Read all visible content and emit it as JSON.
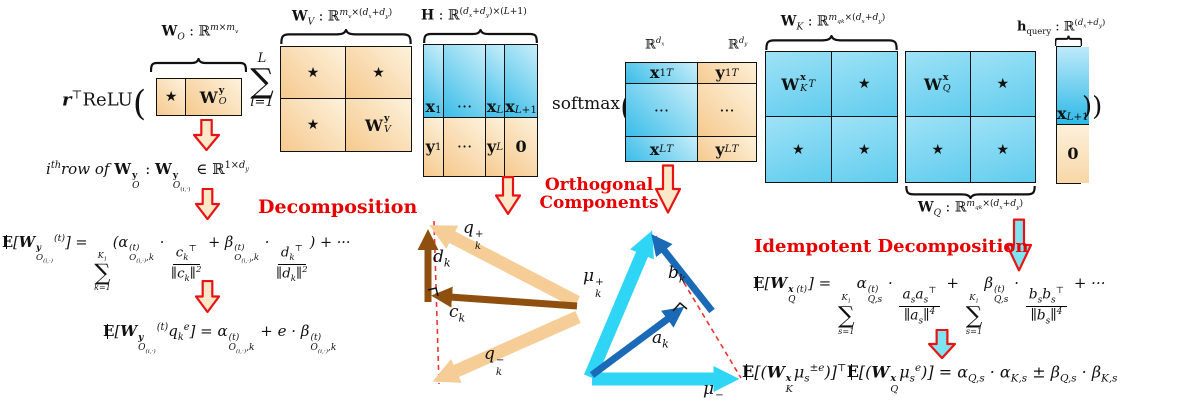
{
  "colors": {
    "accent_red": "#e81313",
    "red_text": "#e60000",
    "tan_arrow": "#f6cd96",
    "brown_arrow": "#8f4f0e",
    "cyan_arrow": "#2fd5f5",
    "blue_arrow": "#1a6ab8",
    "matrix_orange": "#f6c98e",
    "matrix_blue": "#3abde8"
  },
  "top": {
    "relu_prefix": "<b><i>r</i></b><sup>⊤</sup>ReLU<span class='bigparen'>(</span>",
    "wo_label": "<b>W</b><sub><i>O</i></sub> : ℝ<sup><i>m</i>×<i>m<sub>v</sub></i></sup>",
    "wo_cells": [
      "★",
      "<b>W</b><span class='supsub'><span class='t'><b>y</b></span><span class='b'><i>O</i></span></span>"
    ],
    "sum_top": "L",
    "sum_sym": "∑",
    "sum_bottom": "l=1",
    "wv_label": "<b>W</b><sub><i>V</i></sub> : ℝ<sup><i>m<sub>v</sub></i>×(<i>d<sub>x</sub></i>+<i>d<sub>y</sub></i>)</sup>",
    "wv_cells": [
      "★",
      "★",
      "★",
      "<b>W</b><span class='supsub'><span class='t'><b>y</b></span><span class='b'><i>V</i></span></span>"
    ],
    "h_label": "<b>H</b> : ℝ<sup>(<i>d<sub>x</sub></i>+<i>d<sub>y</sub></i>)×(<i>L</i>+1)</sup>",
    "h_top": [
      "<b>x</b><sub>1</sub>",
      "···",
      "<b>x</b><sub><i>L</i></sub>",
      "<b>x</b><sub><i>L</i>+1</sub>"
    ],
    "h_bottom": [
      "<b>y</b><sub>1</sub>",
      "···",
      "<b>y</b><sub><i>L</i></sub>",
      "<b>0</b>"
    ],
    "softmax_prefix": "softmax<span class='bigparen'>(</span>",
    "sm_col1_label": "ℝ<sup><i>d<sub>x</sub></i></sup>",
    "sm_col2_label": "ℝ<sup><i>d<sub>y</sub></i></sup>",
    "sm_cells": [
      "<b>x</b><sub>1</sub><sup><i>T</i></sup>",
      "<b>y</b><sub>1</sub><sup><i>T</i></sup>",
      "···",
      "···",
      "<b>x</b><sub><i>L</i></sub><sup><i>T</i></sup>",
      "<b>y</b><sub><i>L</i></sub><sup><i>T</i></sup>"
    ],
    "wk_label": "<b>W</b><sub><i>K</i></sub> : ℝ<sup><i>m<sub>qk</sub></i>×(<i>d<sub>x</sub></i>+<i>d<sub>y</sub></i>)</sup>",
    "wk_cells": [
      "<b>W</b><span class='supsub'><span class='t'><b>x</b></span><span class='b'><i>K</i></span></span><sup><i>T</i></sup>",
      "★",
      "★",
      "★"
    ],
    "wq_label": "<b>W</b><sub><i>Q</i></sub> : ℝ<sup><i>m<sub>qk</sub></i>×(<i>d<sub>x</sub></i>+<i>d<sub>y</sub></i>)</sup>",
    "wq_cells": [
      "<b>W</b><span class='supsub'><span class='t'><b>x</b></span><span class='b'><i>Q</i></span></span>",
      "★",
      "★",
      "★"
    ],
    "hq_label": "<b>h</b><sub>query</sub> : ℝ<sup>(<i>d<sub>x</sub></i>+<i>d<sub>y</sub></i>)</sup>",
    "hq_top": "<b>x</b><sub><i>L</i>+1</sub>",
    "hq_bottom": "<b>0</b>",
    "close_parens": "))"
  },
  "left": {
    "ith_row": "<i>i</i><sup><i>th</i></sup><i>row of</i> <b>W</b><span class='supsub'><span class='t'><b>y</b></span><span class='b'><i>O</i></span></span> : <b>W</b><span class='supsub'><span class='t'><b>y</b></span><span class='b'><i>O</i><sub>(<i>i</i>,·)</sub></span></span> ∈ ℝ<sup>1×<i>d<sub>y</sub></i></sup>",
    "decomposition_label": "Decomposition",
    "formula_sum": "<span class='dsE'>E</span>[<b>W</b><span class='supsub'><span class='t'><b>y</b></span><span class='b'>O<sub>(i,·)</sub></span></span><sup>(t)</sup>] = <span class='bigsum'><span class='lim'>K<sub>1</sub></span><span class='sig'>∑</span><span class='lim'>k=1</span></span>(α<span class='supsub'><span class='t'>(t)</span><span class='b'>O<sub>(i,·)</sub>,k</span></span> · <span class='frac'><span class='num'>c<sub>k</sub><sup>⊤</sup></span><span class='den'>∥c<sub>k</sub>∥<sup>2</sup></span></span> + β<span class='supsub'><span class='t'>(t)</span><span class='b'>O<sub>(i,·)</sub>,k</span></span> · <span class='frac'><span class='num'>d<sub>k</sub><sup>⊤</sup></span><span class='den'>∥d<sub>k</sub>∥<sup>2</sup></span></span>) + ···",
    "formula_query": "<span class='dsE'>E</span>[<b>W</b><span class='supsub'><span class='t'><b>y</b></span><span class='b'>O<sub>(i,·)</sub></span></span><sup>(t)</sup>q<sub>k</sub><sup>e</sup>] = α<span class='supsub'><span class='t'>(t)</span><span class='b'>O<sub>(i,·)</sub>,k</span></span> + e · β<span class='supsub'><span class='t'>(t)</span><span class='b'>O<sub>(i,·)</sub>,k</span></span>"
  },
  "middle": {
    "orthogonal_label": "Orthogonal<br>Components",
    "q_plus": "q<span class='supsub'><span class='t'>+</span><span class='b'>k</span></span>",
    "q_minus": "q<span class='supsub'><span class='t'>−</span><span class='b'>k</span></span>",
    "c_label": "c<sub>k</sub>",
    "d_label": "d<sub>k</sub>",
    "mu_plus": "μ<span class='supsub'><span class='t'>+</span><span class='b'>k</span></span>",
    "mu_minus": "μ<span class='supsub'><span class='t'>−</span><span class='b'>k</span></span>",
    "a_label": "a<sub>k</sub>",
    "b_label": "b<sub>k</sub>"
  },
  "right": {
    "idempotent_label": "Idempotent Decomposition",
    "formula_sum": "<span class='dsE'>E</span>[<b>W</b><span class='supsub'><span class='t'><b>x</b> (t)</span><span class='b'>Q</span></span>] = <span class='bigsum'><span class='lim'>K<sub>1</sub></span><span class='sig'>∑</span><span class='lim'>s=1</span></span>α<span class='supsub'><span class='t'>(t)</span><span class='b'>Q,s</span></span> · <span class='frac'><span class='num'>a<sub>s</sub>a<sub>s</sub><sup>⊤</sup></span><span class='den'>∥a<sub>s</sub>∥<sup>4</sup></span></span> + <span class='bigsum'><span class='lim'>K<sub>1</sub></span><span class='sig'>∑</span><span class='lim'>s=1</span></span>β<span class='supsub'><span class='t'>(t)</span><span class='b'>Q,s</span></span> · <span class='frac'><span class='num'>b<sub>s</sub>b<sub>s</sub><sup>⊤</sup></span><span class='den'>∥b<sub>s</sub>∥<sup>4</sup></span></span> + ···",
    "formula_dot": "<span class='dsE'>E</span>[(<b>W</b><span class='supsub'><span class='t'><b>x</b></span><span class='b'>K</span></span>μ<sub>s</sub><sup>±e</sup>)]<sup>⊤</sup><span class='dsE'>E</span>[(<b>W</b><span class='supsub'><span class='t'><b>x</b></span><span class='b'>Q</span></span>μ<sub>s</sub><sup>e</sup>)] = α<sub>Q,s</sub> · α<sub>K,s</sub> ± β<sub>Q,s</sub> · β<sub>K,s</sub>"
  }
}
